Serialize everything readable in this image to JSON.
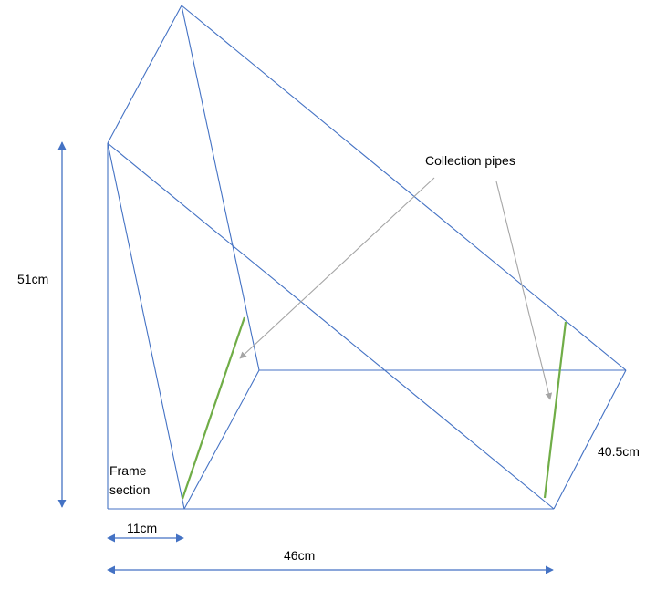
{
  "labels": {
    "collection_pipes": "Collection pipes",
    "height": "51cm",
    "depth": "40.5cm",
    "frame_section_line1": "Frame",
    "frame_section_line2": "section",
    "frame_width": "11cm",
    "base_width": "46cm"
  },
  "colors": {
    "frame": "#4472C4",
    "pipe": "#70AD47",
    "leader": "#A5A5A5",
    "dimension": "#4472C4",
    "text": "#000000"
  }
}
